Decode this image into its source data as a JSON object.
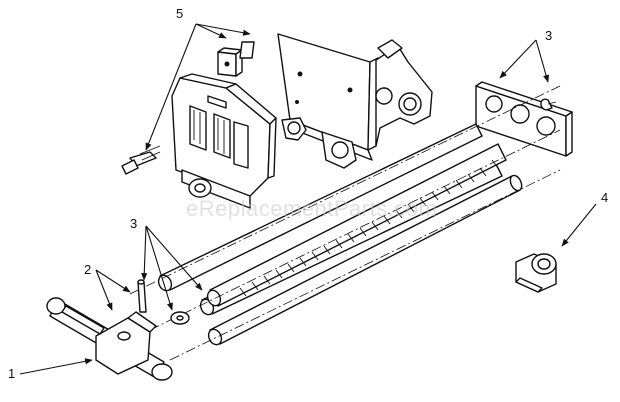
{
  "watermark": "eReplacementParts.com",
  "callouts": {
    "c1": "1",
    "c2": "2",
    "c3_top": "3",
    "c3_left": "3",
    "c4": "4",
    "c5": "5"
  }
}
